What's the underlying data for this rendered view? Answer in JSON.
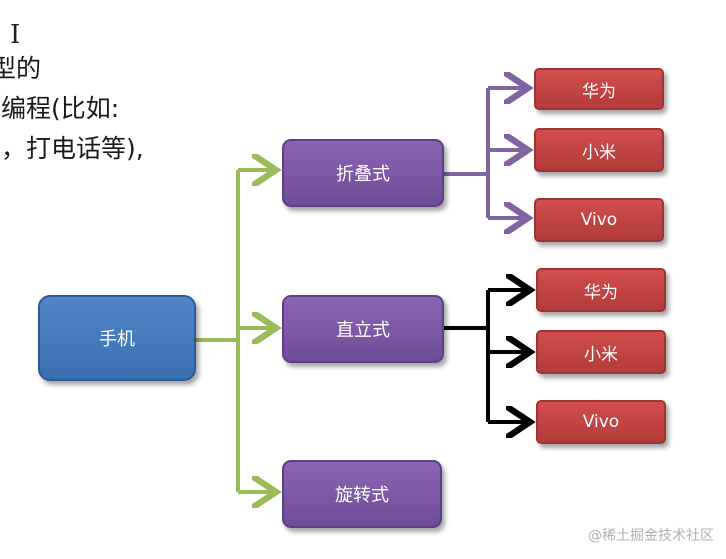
{
  "background_text": {
    "line1": "类型的",
    "line2": "非编程(比如:",
    "line3": "图，打电话等),"
  },
  "cursor_glyph": "I",
  "nodes": {
    "root": "手机",
    "foldable": "折叠式",
    "upright": "直立式",
    "rotating": "旋转式",
    "folding_children": [
      "华为",
      "小米",
      "Vivo"
    ],
    "upright_children": [
      "华为",
      "小米",
      "Vivo"
    ]
  },
  "colors": {
    "root_fill": "#3a6fb0",
    "category_fill": "#7a55a3",
    "brand_fill": "#c04444",
    "root_arrows": "#9bbb59",
    "foldable_arrows": "#8064a2",
    "upright_arrows": "#000000"
  },
  "watermark": "@稀土掘金技术社区"
}
